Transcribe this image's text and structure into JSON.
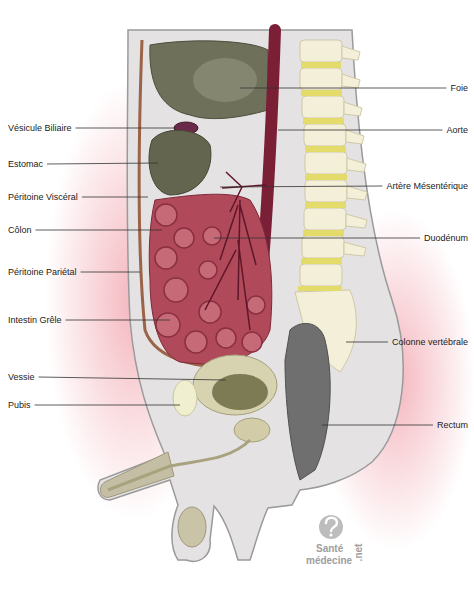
{
  "diagram": {
    "labels": [
      "Foie",
      "Vésicule Biliaire",
      "Aorte",
      "Estomac",
      "Artère Mésentérique",
      "Péritoine Viscéral",
      "Côlon",
      "Duodénum",
      "Péritoine Pariétal",
      "Intestin Grêle",
      "Colonne vertébrale",
      "Vessie",
      "Pubis",
      "Rectum",
      "Santé",
      "médecine",
      ".net"
    ]
  }
}
